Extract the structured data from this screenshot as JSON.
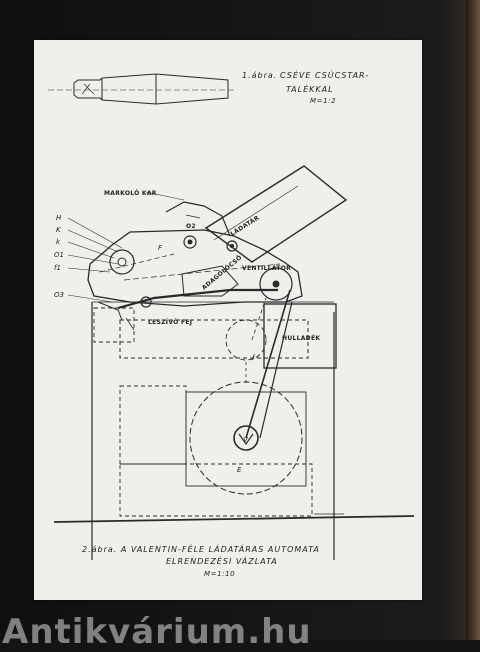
{
  "figure1": {
    "number": "1.ábra.",
    "title_line1": "CSÉVE CSÚCSTAR-",
    "title_line2": "TALÉKKAL",
    "scale": "M=1:2"
  },
  "figure2": {
    "caption_line1": "2.ábra. A VALENTIN-FÉLE LÁDATÁRAS AUTOMATA",
    "caption_line2": "ELRENDEZÉSI VÁZLATA",
    "scale": "M=1:10"
  },
  "labels": {
    "markolo_kar": "MARKOLÓ KAR",
    "ladatar": "LÁDATÁR",
    "adagolo_cso": "ADAGOLÓCSŐ",
    "ventillator": "VENTILLÁTOR",
    "leszivo_fej": "LESZÍVÓ FEJ",
    "hulladek": "HULLADÉK",
    "o2": "O2",
    "f": "F",
    "f_lower": "f",
    "v": "V",
    "e": "E",
    "side_h": "H",
    "side_k_upper": "K",
    "side_k_lower": "k",
    "side_o1": "O1",
    "side_f1": "f1",
    "side_o3": "O3"
  },
  "watermark": "Antikvárium.hu"
}
